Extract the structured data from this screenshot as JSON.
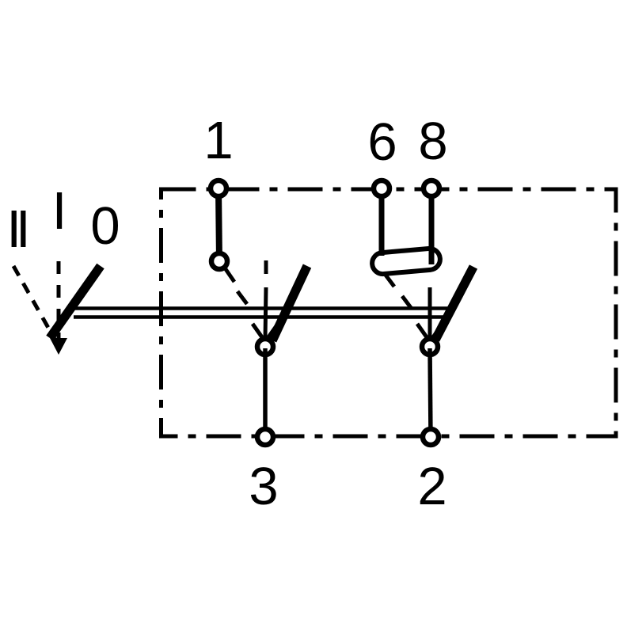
{
  "colors": {
    "line": "#000000",
    "background": "#ffffff"
  },
  "schematic": {
    "top_terminals": [
      {
        "label": "1"
      },
      {
        "label": "6"
      },
      {
        "label": "8"
      }
    ],
    "bottom_terminals": [
      {
        "label": "3"
      },
      {
        "label": "2"
      }
    ],
    "switch_positions": {
      "left_label": "II",
      "middle_label": "I",
      "right_label": "0"
    }
  }
}
